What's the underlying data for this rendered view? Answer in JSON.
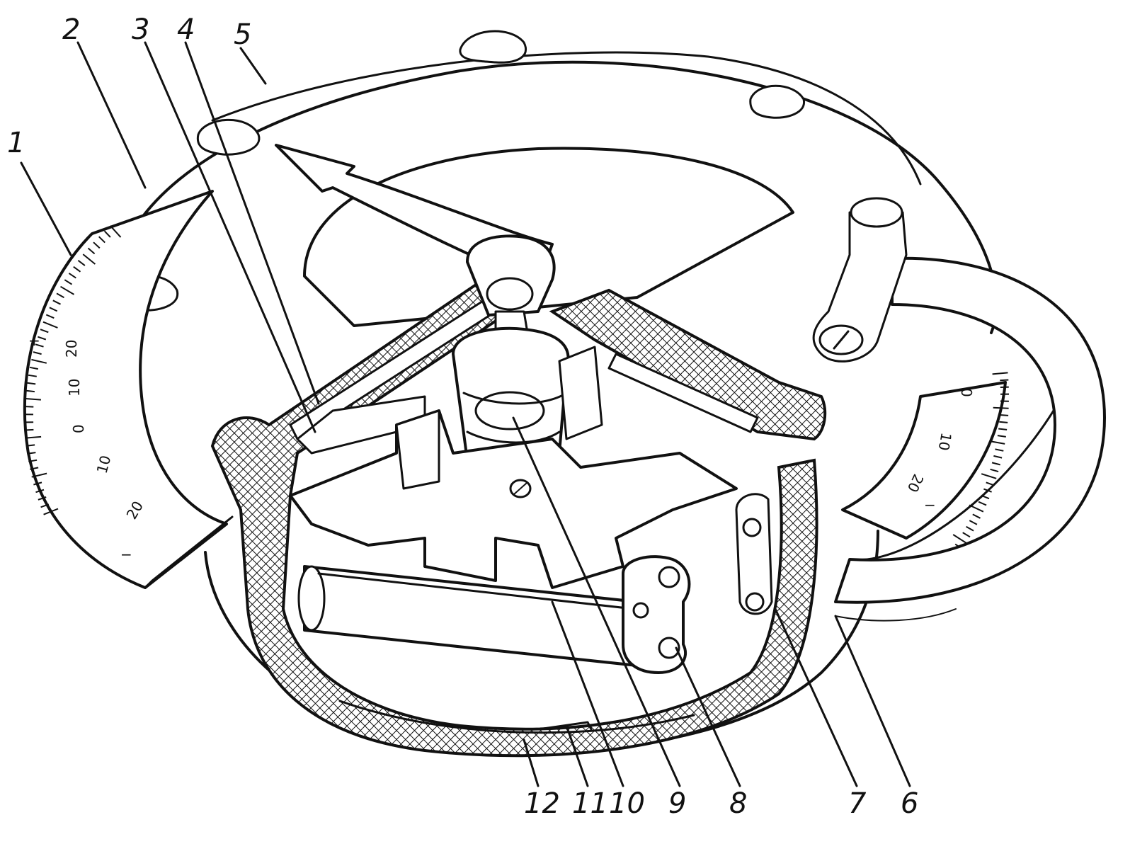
{
  "callouts": [
    {
      "id": "1",
      "label": "1"
    },
    {
      "id": "2",
      "label": "2"
    },
    {
      "id": "3",
      "label": "3"
    },
    {
      "id": "4",
      "label": "4"
    },
    {
      "id": "5",
      "label": "5"
    },
    {
      "id": "6",
      "label": "6"
    },
    {
      "id": "7",
      "label": "7"
    },
    {
      "id": "8",
      "label": "8"
    },
    {
      "id": "9",
      "label": "9"
    },
    {
      "id": "10",
      "label": "10"
    },
    {
      "id": "11",
      "label": "11"
    },
    {
      "id": "12",
      "label": "12"
    }
  ],
  "left_scale": {
    "labels": [
      "+",
      "20",
      "10",
      "0",
      "10",
      "20",
      "−"
    ]
  },
  "right_scale": {
    "labels": [
      "0",
      "10",
      "20",
      "−"
    ]
  },
  "colors": {
    "ink": "#111111",
    "paper": "#ffffff",
    "crosshatch": "#111111"
  }
}
